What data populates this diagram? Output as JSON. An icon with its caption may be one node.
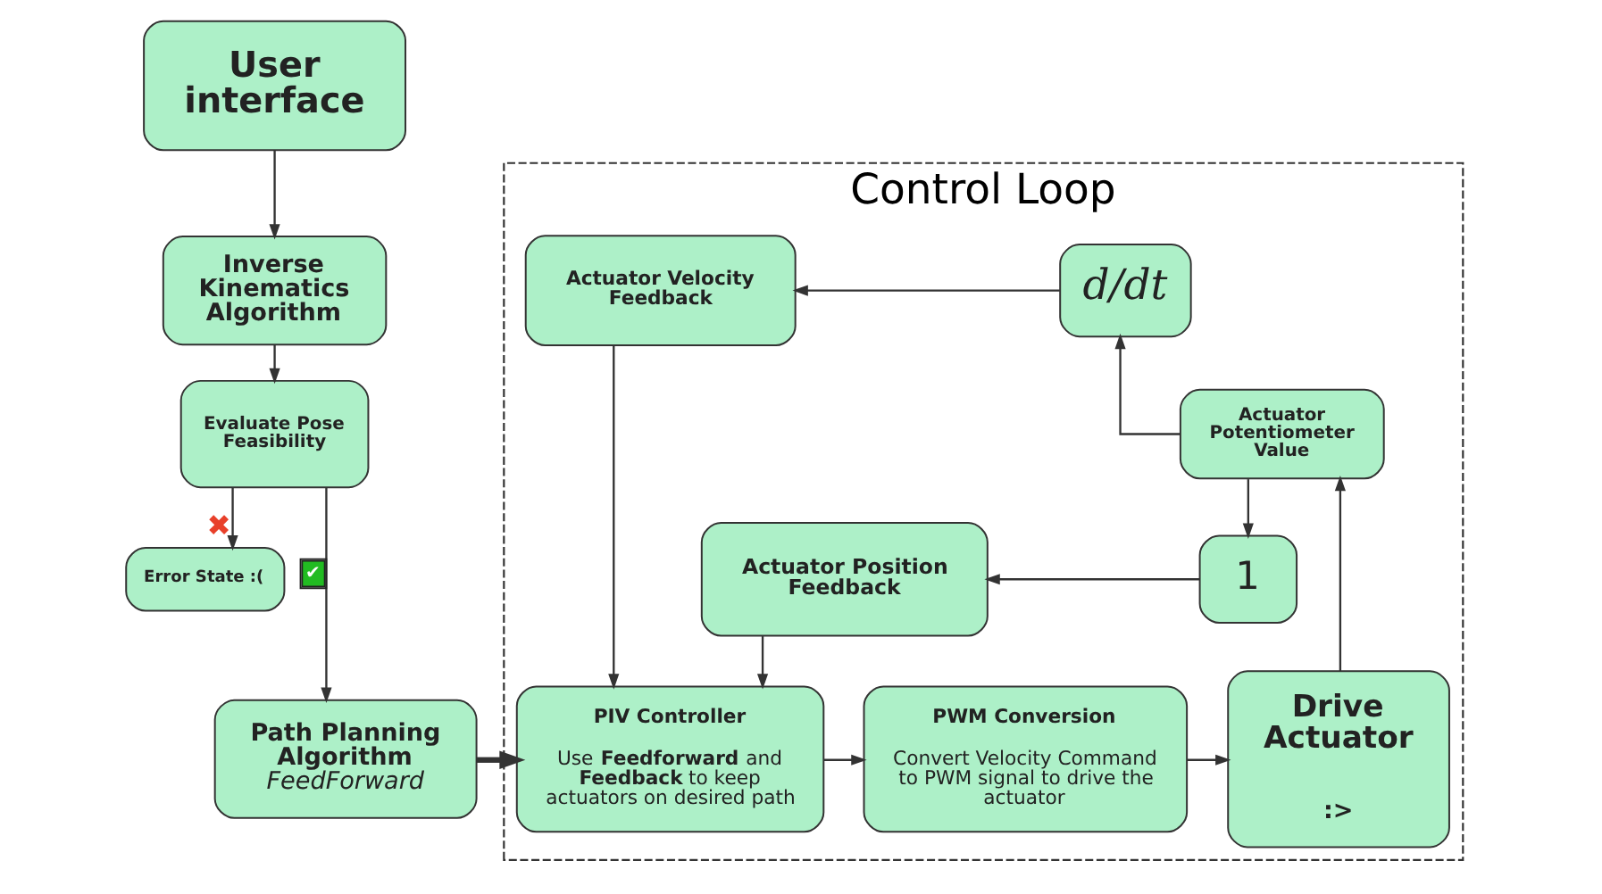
{
  "diagram": {
    "nodes": [
      {
        "text": [
          "User interface"
        ]
      },
      {
        "text": [
          "Inverse Kinematics Algorithm"
        ]
      },
      {
        "text": [
          "Evaluate Pose Feasibility"
        ]
      },
      {
        "text": [
          "Error State :("
        ]
      },
      {
        "text": [
          "Path Planning Algorithm",
          "FeedForward"
        ]
      },
      {
        "text": [
          "Control Loop"
        ]
      },
      {
        "text": [
          "Actuator Velocity Feedback"
        ],
        "in": 5
      },
      {
        "text": [
          "d/dt"
        ],
        "in": 5
      },
      {
        "text": [
          "Actuator Potentiometer Value"
        ],
        "in": 5
      },
      {
        "text": [
          "Actuator Position Feedback"
        ],
        "in": 5
      },
      {
        "text": [
          "1"
        ],
        "in": 5
      },
      {
        "text": [
          "PIV Controller",
          "Use **Feedforward** and **Feedback** to keep actuators on desired path"
        ],
        "in": 5
      },
      {
        "text": [
          "PWM Conversion",
          "Convert Velocity Command to PWM signal to drive the actuator"
        ],
        "in": 5
      },
      {
        "text": [
          "Drive Actuator",
          ":>"
        ],
        "in": 5
      }
    ],
    "edges": [
      {
        "from": 0,
        "to": 1,
        "arrow": "to"
      },
      {
        "from": 1,
        "to": 2,
        "arrow": "to"
      },
      {
        "from": 2,
        "to": 3,
        "arrow": "to",
        "label": "✖"
      },
      {
        "from": 2,
        "to": 4,
        "arrow": "to",
        "label": "✔"
      },
      {
        "from": 4,
        "to": 11,
        "arrow": "to",
        "style": "thick"
      },
      {
        "from": 11,
        "to": 12,
        "arrow": "to"
      },
      {
        "from": 12,
        "to": 13,
        "arrow": "to"
      },
      {
        "from": 13,
        "to": 8,
        "arrow": "to"
      },
      {
        "from": 8,
        "to": 7,
        "arrow": "to"
      },
      {
        "from": 8,
        "to": 10,
        "arrow": "to"
      },
      {
        "from": 7,
        "to": 6,
        "arrow": "to"
      },
      {
        "from": 10,
        "to": 9,
        "arrow": "to"
      },
      {
        "from": 6,
        "to": 11,
        "arrow": "to"
      },
      {
        "from": 9,
        "to": 11,
        "arrow": "to"
      }
    ]
  }
}
